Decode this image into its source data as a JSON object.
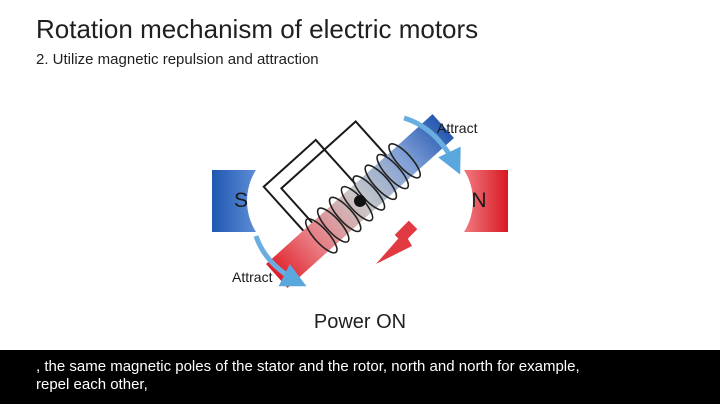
{
  "slide": {
    "title": "Rotation mechanism of electric motors",
    "subtitle": "2. Utilize magnetic repulsion and attraction"
  },
  "diagram": {
    "stator_left_pole": "S",
    "stator_right_pole": "N",
    "attract_top_label": "Attract",
    "attract_bottom_label": "Attract",
    "caption": "Power ON",
    "colors": {
      "south_blue": "#2a63b8",
      "north_red": "#e0202a",
      "arrow_blue": "#6aaee0",
      "rotor_gray": "#bdbdbd"
    }
  },
  "captions": {
    "line1": ", the same magnetic poles of the stator and the rotor, north and north for example,",
    "line2": "repel each other,"
  }
}
